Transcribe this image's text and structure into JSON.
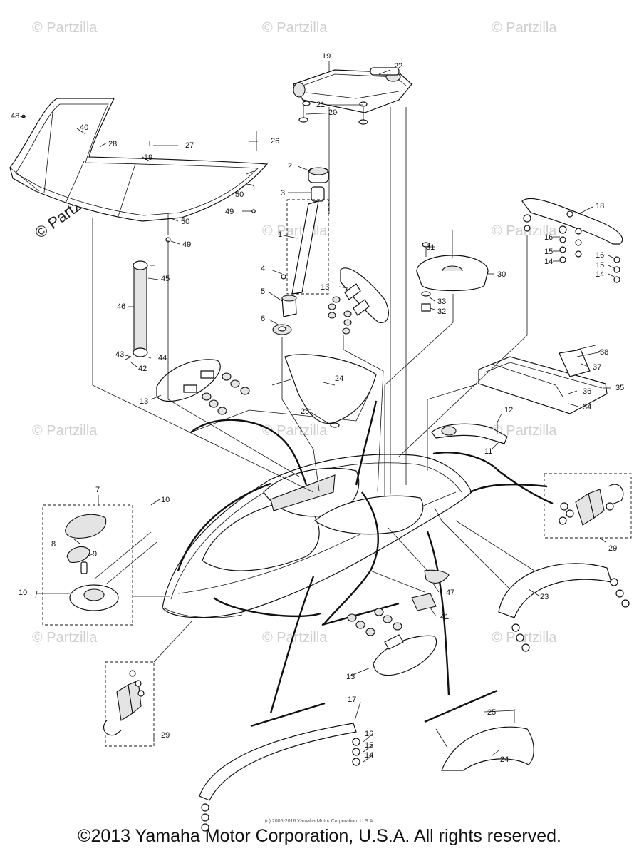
{
  "watermark": {
    "label": "© Partzilla",
    "big_label": "© Partzilla.com",
    "color": "#cfcfcf"
  },
  "credits": {
    "small": "(c) 2005-2016 Yamaha Motor Corporation, U.S.A.",
    "copyright": "©2013 Yamaha Motor Corporation, U.S.A. All rights reserved."
  },
  "callouts": {
    "c1": "1",
    "c2": "2",
    "c3": "3",
    "c4": "4",
    "c5": "5",
    "c6": "6",
    "c7": "7",
    "c8": "8",
    "c9": "9",
    "c10a": "10",
    "c10b": "10",
    "c11": "11",
    "c12": "12",
    "c13a": "13",
    "c13b": "13",
    "c13c": "13",
    "c14a": "14",
    "c14b": "14",
    "c14c": "14",
    "c15a": "15",
    "c15b": "15",
    "c15c": "15",
    "c16a": "16",
    "c16b": "16",
    "c16c": "16",
    "c17": "17",
    "c18": "18",
    "c19": "19",
    "c20": "20",
    "c21": "21",
    "c22": "22",
    "c23": "23",
    "c24a": "24",
    "c24b": "24",
    "c25a": "25",
    "c25b": "25",
    "c26": "26",
    "c27": "27",
    "c28": "28",
    "c29a": "29",
    "c29b": "29",
    "c30": "30",
    "c31": "31",
    "c32": "32",
    "c33": "33",
    "c34": "34",
    "c35": "35",
    "c36": "36",
    "c37": "37",
    "c38": "38",
    "c39": "39",
    "c40": "40",
    "c41": "41",
    "c42": "42",
    "c43": "43",
    "c44": "44",
    "c45": "45",
    "c46": "46",
    "c47": "47",
    "c48": "48",
    "c49a": "49",
    "c49b": "49",
    "c50a": "50",
    "c50b": "50"
  }
}
